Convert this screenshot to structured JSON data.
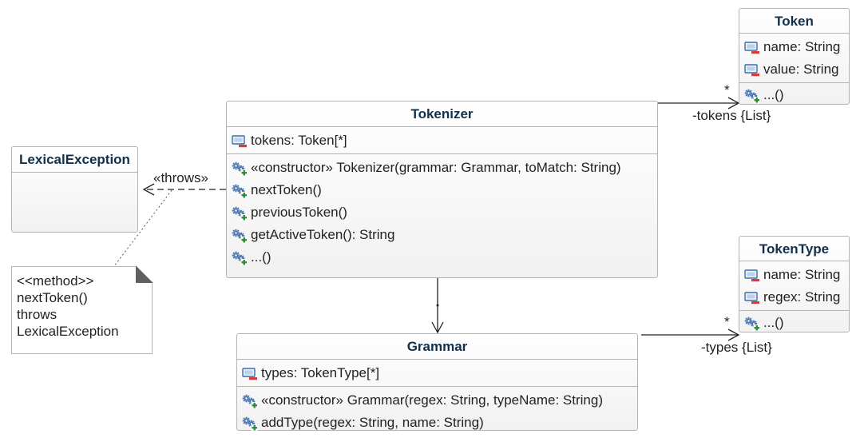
{
  "classes": {
    "tokenizer": {
      "name": "Tokenizer",
      "attributes": [
        "tokens: Token[*]"
      ],
      "operations": [
        "«constructor» Tokenizer(grammar: Grammar, toMatch: String)",
        "nextToken()",
        "previousToken()",
        "getActiveToken(): String",
        "...()"
      ]
    },
    "token": {
      "name": "Token",
      "attributes": [
        "name: String",
        "value: String"
      ],
      "operations": [
        "...()"
      ]
    },
    "tokentype": {
      "name": "TokenType",
      "attributes": [
        "name: String",
        "regex: String"
      ],
      "operations": [
        "...()"
      ]
    },
    "grammar": {
      "name": "Grammar",
      "attributes": [
        "types: TokenType[*]"
      ],
      "operations": [
        "«constructor» Grammar(regex: String, typeName: String)",
        "addType(regex: String, name: String)"
      ]
    },
    "lexical": {
      "name": "LexicalException"
    }
  },
  "note": {
    "lines": [
      "<<method>>",
      "nextToken()",
      "throws",
      "LexicalException"
    ]
  },
  "relations": {
    "throws_label": "«throws»",
    "tokens_role": "-tokens {List}",
    "tokens_mult": "*",
    "types_role": "-types {List}",
    "types_mult": "*"
  },
  "icons": {
    "attribute": "field-icon",
    "operation": "method-gear-icon"
  },
  "colors": {
    "title": "#10304c",
    "border": "#b4b4b4",
    "attr_icon": "#3a6fa8",
    "method_icon": "#4a78b4",
    "plus": "#2e8b3a",
    "minus": "#d93a3a"
  }
}
